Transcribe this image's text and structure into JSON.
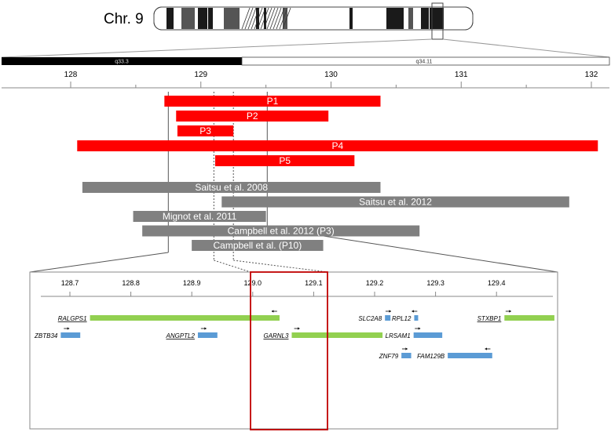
{
  "chromosome": {
    "label": "Chr. 9",
    "band_left": "q33.3",
    "band_right": "q34.11"
  },
  "scale": {
    "ticks": [
      "128",
      "129",
      "130",
      "131",
      "132"
    ]
  },
  "colors": {
    "patient": "#ff0000",
    "literature": "#808080",
    "gene_long": "#92d050",
    "gene_short": "#5b9bd5",
    "highlight_box": "#c00000"
  },
  "patients": [
    {
      "label": "P1",
      "start": 128.72,
      "end": 130.38
    },
    {
      "label": "P2",
      "start": 128.81,
      "end": 129.98
    },
    {
      "label": "P3",
      "start": 128.82,
      "end": 129.25
    },
    {
      "label": "P4",
      "start": 128.05,
      "end": 132.05
    },
    {
      "label": "P5",
      "start": 129.11,
      "end": 130.18
    }
  ],
  "literature": [
    {
      "label": "Saitsu et al. 2008",
      "start": 128.09,
      "end": 130.38
    },
    {
      "label": "Saitsu et al. 2012",
      "start": 129.16,
      "end": 131.83
    },
    {
      "label": "Mignot et al. 2011",
      "start": 128.48,
      "end": 129.5
    },
    {
      "label": "Campbell et al. 2012 (P3)",
      "start": 128.55,
      "end": 130.68
    },
    {
      "label": "Campbell et al. (P10)",
      "start": 128.93,
      "end": 129.94
    }
  ],
  "zoom": {
    "ticks": [
      "128.7",
      "128.8",
      "128.9",
      "129.0",
      "129.1",
      "129.2",
      "129.3",
      "129.4"
    ],
    "genes": [
      {
        "name": "RALGPS1",
        "underline": true,
        "label_side": "left",
        "color": "long",
        "row": 1,
        "start": 128.733,
        "end": 129.044,
        "dir": "left",
        "arrow_at": 129.04
      },
      {
        "name": "ZBTB34",
        "underline": false,
        "label_side": "left",
        "color": "short",
        "row": 2,
        "start": 128.685,
        "end": 128.717,
        "dir": "right",
        "arrow_at": 128.69
      },
      {
        "name": "ANGPTL2",
        "underline": true,
        "label_side": "left",
        "color": "short",
        "row": 2,
        "start": 128.91,
        "end": 128.942,
        "dir": "right",
        "arrow_at": 128.915
      },
      {
        "name": "GARNL3",
        "underline": true,
        "label_side": "left",
        "color": "long",
        "row": 2,
        "start": 129.064,
        "end": 129.213,
        "dir": "right",
        "arrow_at": 129.068
      },
      {
        "name": "SLC2A8",
        "underline": false,
        "label_side": "left",
        "color": "short",
        "row": 1,
        "start": 129.217,
        "end": 129.226,
        "dir": "right",
        "arrow_at": 129.218
      },
      {
        "name": "RPL12",
        "underline": false,
        "label_side": "left",
        "color": "short",
        "row": 1,
        "start": 129.265,
        "end": 129.271,
        "dir": "left",
        "arrow_at": 129.27
      },
      {
        "name": "LRSAM1",
        "underline": false,
        "label_side": "left",
        "color": "short",
        "row": 2,
        "start": 129.264,
        "end": 129.311,
        "dir": "right",
        "arrow_at": 129.266
      },
      {
        "name": "STXBP1",
        "underline": true,
        "label_side": "left",
        "color": "long",
        "row": 1,
        "start": 129.413,
        "end": 129.495,
        "dir": "right",
        "arrow_at": 129.415
      },
      {
        "name": "ZNF79",
        "underline": false,
        "label_side": "left",
        "color": "short",
        "row": 3,
        "start": 129.244,
        "end": 129.26,
        "dir": "right",
        "arrow_at": 129.245
      },
      {
        "name": "FAM129B",
        "underline": false,
        "label_side": "left",
        "color": "short",
        "row": 3,
        "start": 129.32,
        "end": 129.393,
        "dir": "left",
        "arrow_at": 129.39
      }
    ]
  }
}
